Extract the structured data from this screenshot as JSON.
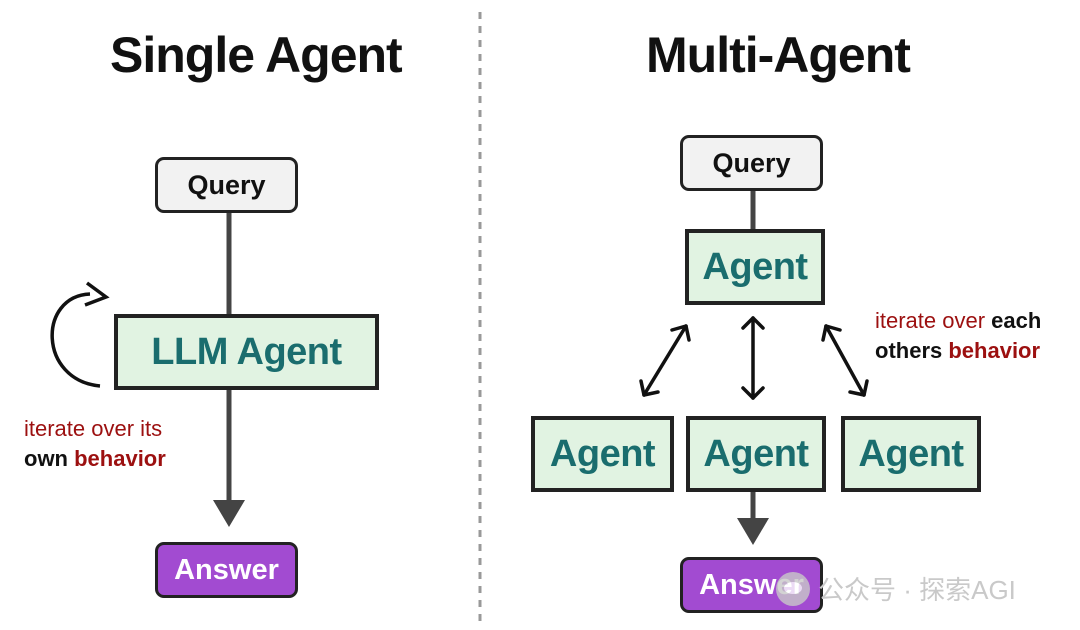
{
  "single": {
    "title": "Single Agent",
    "query": "Query",
    "agent": "LLM Agent",
    "answer": "Answer",
    "note_line1": "iterate over its",
    "note_line2_a": "own ",
    "note_line2_b": "behavior"
  },
  "multi": {
    "title": "Multi-Agent",
    "query": "Query",
    "agent_top": "Agent",
    "agent_left": "Agent",
    "agent_mid": "Agent",
    "agent_right": "Agent",
    "answer": "Answer",
    "note_line1_a": "iterate over ",
    "note_line1_b": "each",
    "note_line2_a": "others ",
    "note_line2_b": "behavior"
  },
  "watermark": "公众号 · 探索AGI",
  "colors": {
    "agent_fill": "#e1f3e2",
    "agent_text": "#1a6d6e",
    "answer_fill": "#a24bd1",
    "query_fill": "#f2f2f2",
    "note_red": "#9c1010"
  }
}
